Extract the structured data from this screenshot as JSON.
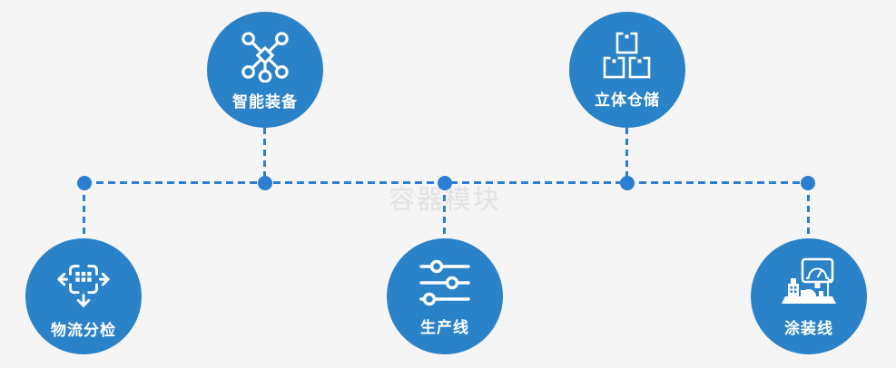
{
  "watermark": "容器模块",
  "colors": {
    "background": "#f5f5f6",
    "circle_blue": "#2a82c9",
    "line_blue": "#2a7fd2",
    "label_white": "#ffffff",
    "watermark_gray": "#e2e2e5"
  },
  "nodes": [
    {
      "id": "smart-equipment",
      "label": "智能装备",
      "icon": "network-nodes-icon",
      "row": "top"
    },
    {
      "id": "warehouse",
      "label": "立体仓储",
      "icon": "stacked-boxes-icon",
      "row": "top"
    },
    {
      "id": "logistics-sorting",
      "label": "物流分检",
      "icon": "sorting-arrows-icon",
      "row": "bottom"
    },
    {
      "id": "production-line",
      "label": "生产线",
      "icon": "sliders-icon",
      "row": "bottom"
    },
    {
      "id": "painting-line",
      "label": "涂装线",
      "icon": "machine-console-icon",
      "row": "bottom"
    }
  ]
}
